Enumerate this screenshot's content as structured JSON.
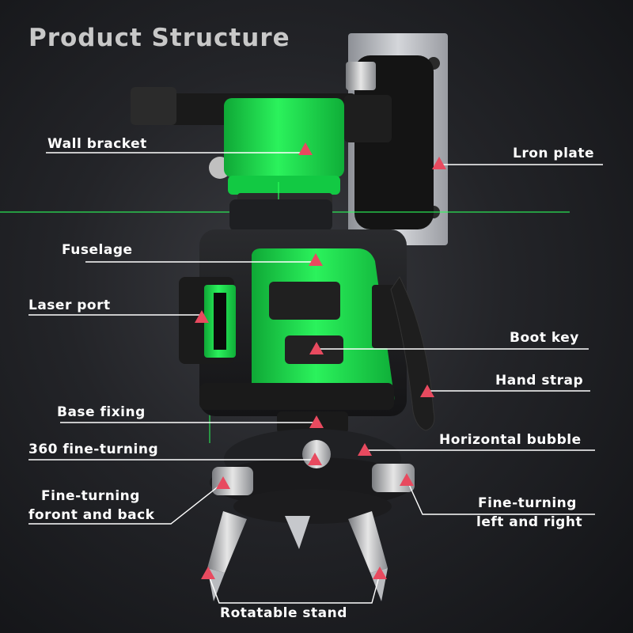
{
  "title": "Product Structure",
  "colors": {
    "background": "#1a1b1e",
    "device_green": "#19e24a",
    "device_black": "#1c1c1c",
    "marker_red": "#e84a5f",
    "label_text": "#ffffff",
    "title_text": "#c8c8c8"
  },
  "labels": {
    "wall_bracket": "Wall bracket",
    "iron_plate": "Lron plate",
    "fuselage": "Fuselage",
    "laser_port": "Laser port",
    "boot_key": "Boot key",
    "hand_strap": "Hand strap",
    "base_fixing": "Base fixing",
    "fine_turning_360": "360 fine-turning",
    "horizontal_bubble": "Horizontal bubble",
    "fine_turning_fb_line1": "Fine-turning",
    "fine_turning_fb_line2": "foront and back",
    "fine_turning_lr_line1": "Fine-turning",
    "fine_turning_lr_line2": "left and right",
    "rotatable_stand": "Rotatable stand"
  }
}
